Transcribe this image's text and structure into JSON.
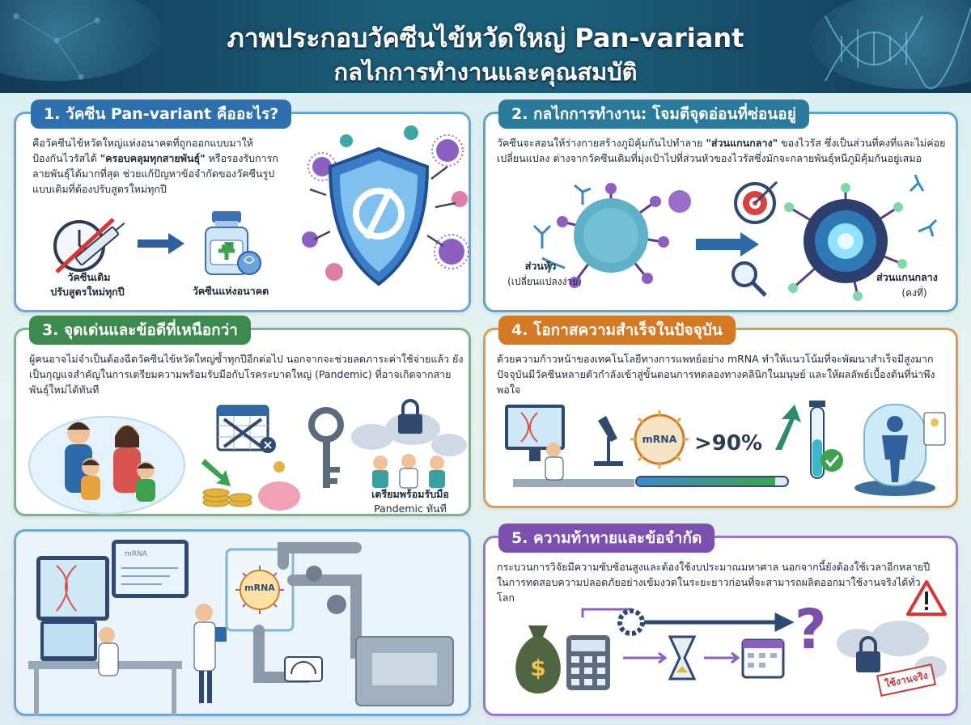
{
  "header": {
    "title_line1": "ภาพประกอบวัคซีนไข้หวัดใหญ่ Pan-variant",
    "title_line2": "กลไกการทำงานและคุณสมบัติ"
  },
  "section1": {
    "title": "1. วัคซีน Pan-variant คืออะไร?",
    "text_a": "คือวัคซีนไข้หวัดใหญ่แห่งอนาคตที่ถูกออกแบบมาให้ป้องกันไวรัสได้ ",
    "text_bold": "\"ครอบคลุมทุกสายพันธุ์\"",
    "text_b": " หรือรองรับการกลายพันธุ์ได้มากที่สุด ช่วยแก้ปัญหาข้อจำกัดของวัคซีนรูปแบบเดิมที่ต้องปรับสูตรใหม่ทุกปี",
    "old_vaccine_line1": "วัคซีนเดิม",
    "old_vaccine_line2": "ปรับสูตรใหม่ทุกปี",
    "future_vaccine": "วัคซีนแห่งอนาคต"
  },
  "section2": {
    "title": "2. กลไกการทำงาน: โจมตีจุดอ่อนที่ซ่อนอยู่",
    "text_a": "วัคซีนจะสอนให้ร่างกายสร้างภูมิคุ้มกันไปทำลาย ",
    "text_bold": "\"ส่วนแกนกลาง\"",
    "text_b": " ของไวรัส ซึ่งเป็นส่วนที่คงที่และไม่ค่อยเปลี่ยนแปลง ต่างจากวัคซีนเดิมที่มุ่งเป้าไปที่ส่วนหัวของไวรัสซึ่งมักจะกลายพันธุ์หนีภูมิคุ้มกันอยู่เสมอ",
    "head_label": "ส่วนหัว",
    "head_sub": "(เปลี่ยนแปลงง่าย)",
    "core_label": "ส่วนแกนกลาง",
    "core_sub": "(คงที่)"
  },
  "section3": {
    "title": "3. จุดเด่นและข้อดีที่เหนือกว่า",
    "text": "ผู้คนอาจไม่จำเป็นต้องฉีดวัคซีนไข้หวัดใหญ่ซ้ำทุกปีอีกต่อไป นอกจากจะช่วยลดภาระค่าใช้จ่ายแล้ว ยังเป็นกุญแจสำคัญในการเตรียมความพร้อมรับมือกับโรคระบาดใหญ่ (Pandemic) ที่อาจเกิดจากสายพันธุ์ใหม่ได้ทันที",
    "ready_line1": "เตรียมพร้อมรับมือ",
    "ready_line2": "Pandemic ทันที"
  },
  "section4": {
    "title": "4. โอกาสความสำเร็จในปัจจุบัน",
    "text": "ด้วยความก้าวหน้าของเทคโนโลยีทางการแพทย์อย่าง mRNA ทำให้แนวโน้มที่จะพัฒนาสำเร็จมีสูงมาก ปัจจุบันมีวัคซีนหลายตัวกำลังเข้าสู่ขั้นตอนการทดลองทางคลินิกในมนุษย์ และให้ผลลัพธ์เบื้องต้นที่น่าพึงพอใจ",
    "mrna_label": "mRNA",
    "percent": ">90%",
    "progress_fraction": 0.92
  },
  "section5": {
    "title": "5. ความท้าทายและข้อจำกัด",
    "text": "กระบวนการวิจัยมีความซับซ้อนสูงและต้องใช้งบประมาณมหาศาล นอกจากนี้ยังต้องใช้เวลาอีกหลายปีในการทดสอบความปลอดภัยอย่างเข้มงวดในระยะยาวก่อนที่จะสามารถผลิตออกมาใช้งานจริงได้ทั่วโลก",
    "stamp": "ใช้งานจริง"
  },
  "section6": {
    "screen_label": "mRNA",
    "capsule_label": "mRNA"
  },
  "colors": {
    "header": "#1c5d78",
    "s1": "#2e6fae",
    "s2": "#2a7a9c",
    "s3": "#3d8a4f",
    "s4": "#d47a27",
    "s5": "#7a4fae"
  }
}
